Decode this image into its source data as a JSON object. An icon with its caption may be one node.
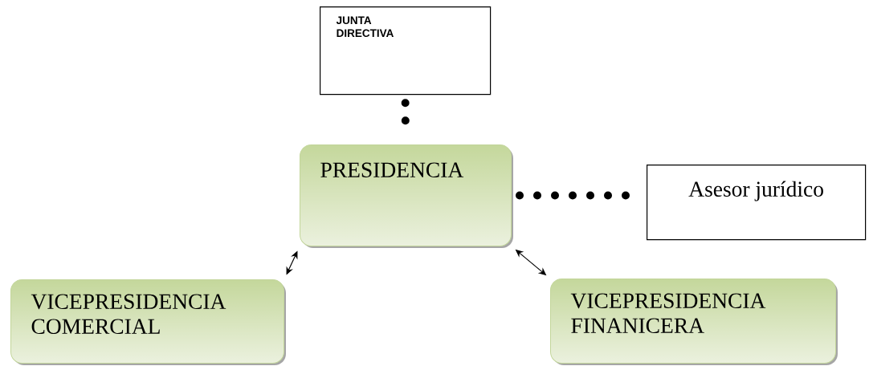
{
  "diagram": {
    "nodes": [
      {
        "text": [
          "JUNTA DIRECTIVA"
        ]
      },
      {
        "text": [
          "PRESIDENCIA"
        ]
      },
      {
        "text": [
          "Asesor jurídico"
        ]
      },
      {
        "text": [
          "VICEPRESIDENCIA COMERCIAL"
        ]
      },
      {
        "text": [
          "VICEPRESIDENCIA FINANICERA"
        ]
      }
    ],
    "edges": [
      {
        "from": 0,
        "to": 1,
        "arrow": "none",
        "style": "dashed"
      },
      {
        "from": 1,
        "to": 2,
        "arrow": "none",
        "style": "dashed"
      },
      {
        "from": 1,
        "to": 3,
        "arrow": "both"
      },
      {
        "from": 1,
        "to": 4,
        "arrow": "both"
      }
    ]
  }
}
